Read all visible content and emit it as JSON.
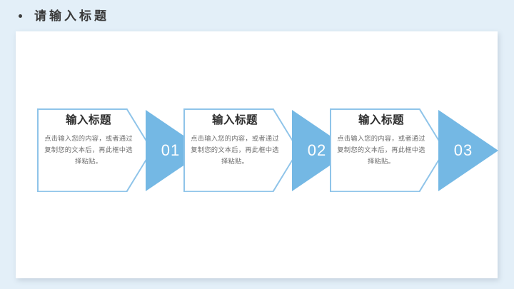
{
  "header": {
    "bullet_icon": "bullet-dot-icon",
    "title": "请输入标题"
  },
  "slide": {
    "steps": [
      {
        "title": "输入标题",
        "description": "点击输入您的内容，或者通过复制您的文本后，再此框中选择粘贴。",
        "number": "01"
      },
      {
        "title": "输入标题",
        "description": "点击输入您的内容，或者通过复制您的文本后，再此框中选择粘贴。",
        "number": "02"
      },
      {
        "title": "输入标题",
        "description": "点击输入您的内容，或者通过复制您的文本后，再此框中选择粘贴。",
        "number": "03"
      }
    ]
  },
  "colors": {
    "page_background": "#e3eff8",
    "slide_background": "#ffffff",
    "accent_blue": "#74b8e4",
    "outline_blue": "#8fc4e9",
    "title_text": "#2e2e2e",
    "body_text": "#6d6d6d",
    "header_text": "#3a3a3a"
  }
}
